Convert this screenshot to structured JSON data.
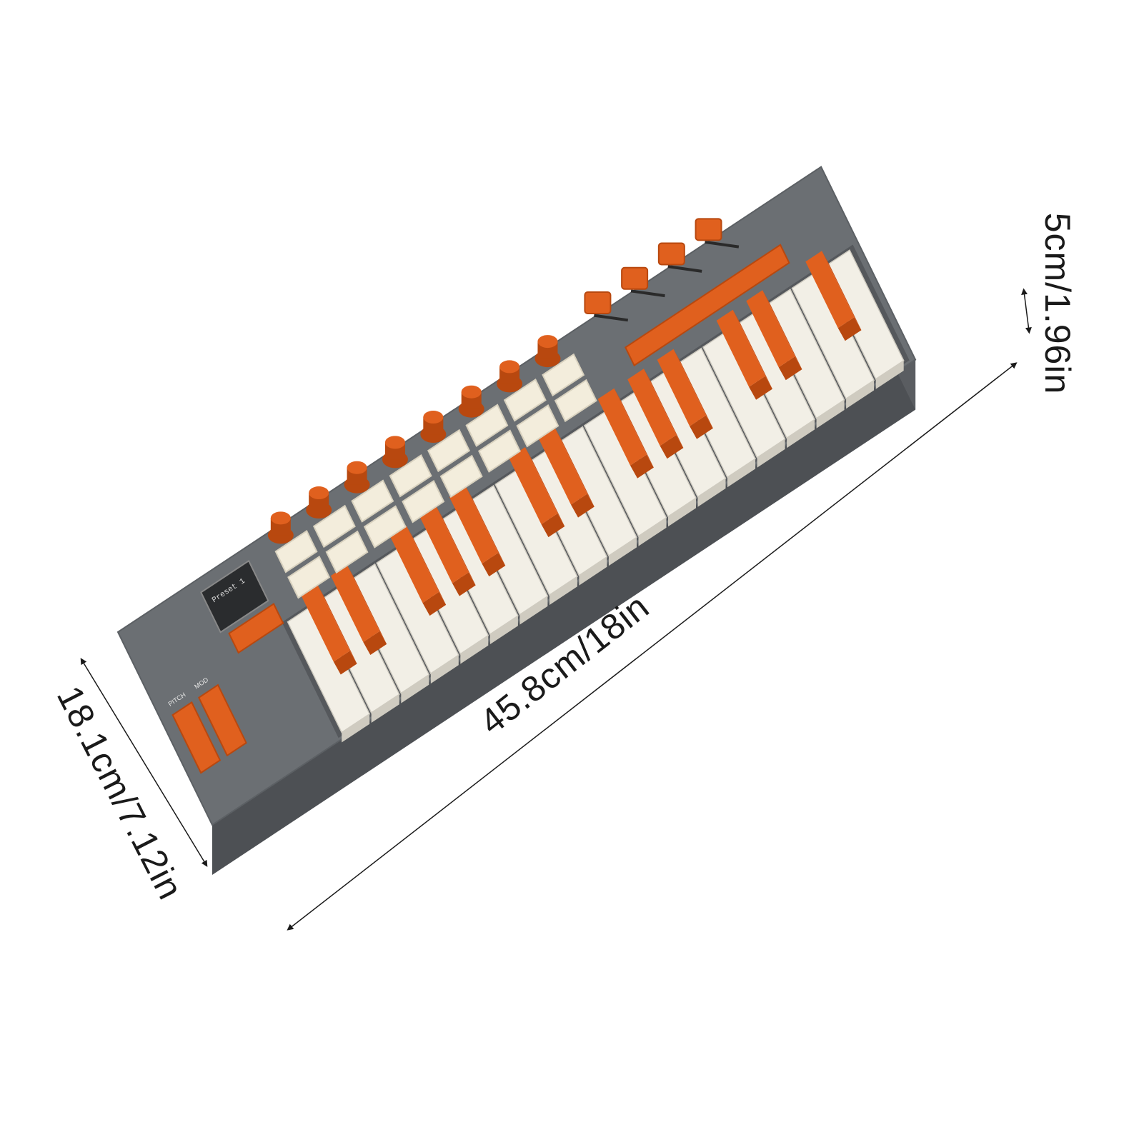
{
  "dimensions": {
    "length": "45.8cm/18in",
    "depth": "18.1cm/7.12in",
    "height": "5cm/1.96in"
  },
  "device": {
    "pitch_label": "PITCH",
    "mod_label": "MOD",
    "screen_text": "Preset 1",
    "white_keys": 19,
    "black_keys": 13,
    "knobs": 8,
    "faders": 4,
    "pads": 16
  },
  "colors": {
    "body": "#6b6f73",
    "body_dark": "#4d5054",
    "accent": "#e0601e",
    "accent_dark": "#b8480f",
    "key_white": "#f2efe6",
    "key_shadow": "#cfcbc0",
    "pad": "#f3eddc",
    "screen": "#2a2c2e",
    "line": "#1a1a1a"
  }
}
